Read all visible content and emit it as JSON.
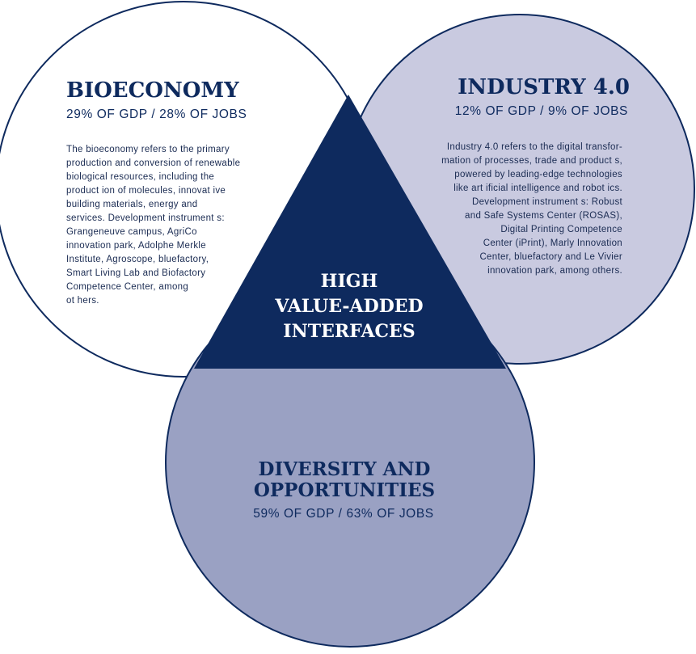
{
  "colors": {
    "navy": "#0e2a5e",
    "left_fill": "#ffffff",
    "right_fill": "#c9cae0",
    "bottom_fill": "#9aa1c3",
    "center_fill": "#0e2a5e"
  },
  "bioeconomy": {
    "title": "BIOECONOMY",
    "stats": "29% OF GDP /  28% OF JOBS",
    "description": [
      "The bioeconomy refers to the primary",
      "production  and conversion of renewable",
      "biological resources, including the",
      "product ion of molecules, innovat ive",
      "building materials, energy and",
      "services. Development  instrument s:",
      "Grangeneuve campus, AgriCo",
      "innovation park, Adolphe Merkle",
      "Institute,  Agroscope, bluefactory,",
      "Smart  Living Lab and Biofactory",
      "Competence Center, among",
      "ot hers."
    ]
  },
  "industry": {
    "title": "INDUSTRY 4.0",
    "stats": "12% OF GDP /  9% OF JOBS",
    "description": [
      "Industry  4.0 refers to the digital  transfor-",
      "mation  of processes, trade  and product s,",
      "powered by leading-edge technologies",
      "like art ificial intelligence and robot ics.",
      "Development  instrument s: Robust",
      "and Safe Systems Center (ROSAS),",
      "Digital Printing Competence",
      "Center (iPrint), Marly Innovation",
      "Center, bluefactory  and Le Vivier",
      "innovation park, among others."
    ]
  },
  "center": {
    "lines": [
      "HIGH",
      "VALUE-ADDED",
      "INTERFACES"
    ]
  },
  "diversity": {
    "title_lines": [
      "DIVERSITY AND",
      "OPPORTUNITIES"
    ],
    "stats": "59% OF GDP /  63% OF JOBS"
  }
}
